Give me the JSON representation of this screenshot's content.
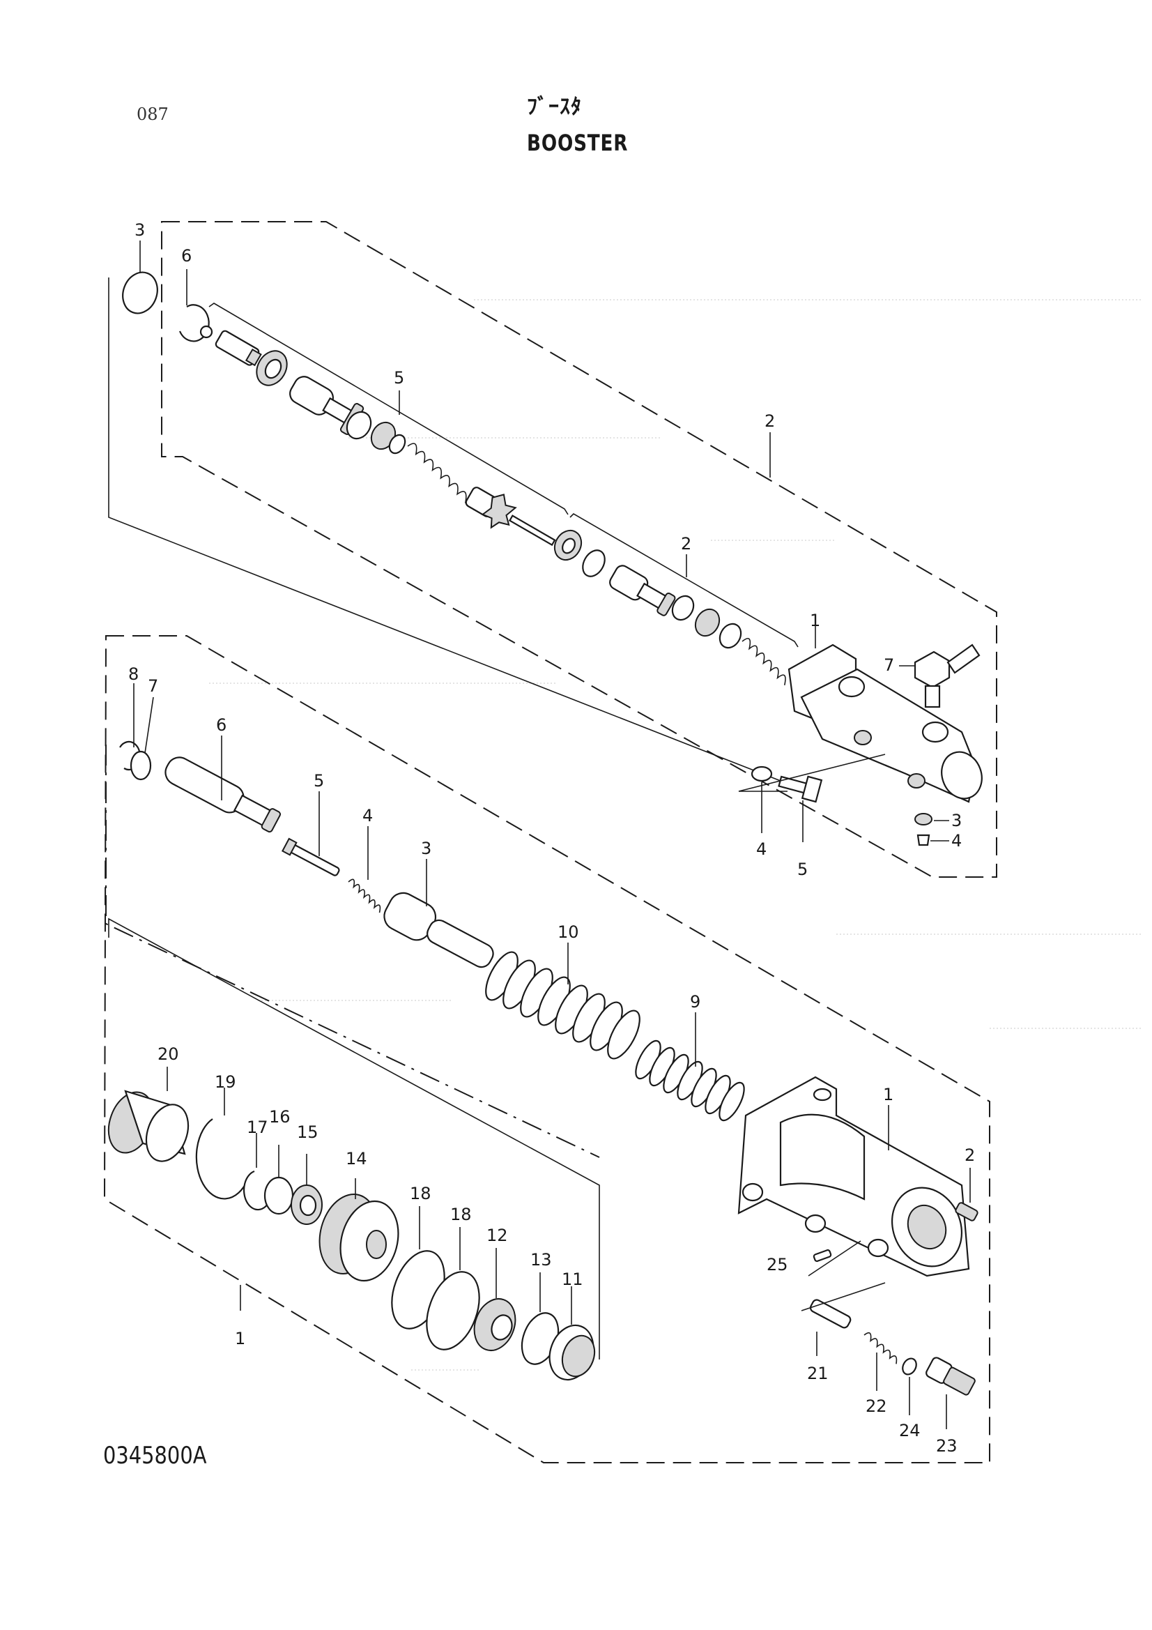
{
  "header": {
    "page_number": "087",
    "title_kana": "ﾌﾞｰｽﾀ",
    "title_en": "BOOSTER"
  },
  "footer": {
    "drawing_code": "0345800A"
  },
  "upper_assembly": {
    "callouts": [
      "3",
      "6",
      "5",
      "2",
      "2",
      "1",
      "7",
      "3",
      "4",
      "4",
      "5"
    ]
  },
  "lower_assembly": {
    "callouts": [
      "8",
      "7",
      "6",
      "5",
      "4",
      "3",
      "10",
      "9",
      "1",
      "2",
      "25",
      "21",
      "22",
      "24",
      "23",
      "20",
      "19",
      "17",
      "16",
      "15",
      "14",
      "18",
      "18",
      "12",
      "13",
      "11",
      "1"
    ]
  },
  "colors": {
    "ink": "#1a1a1a",
    "paper": "#ffffff",
    "shade": "#d8d8d8"
  }
}
